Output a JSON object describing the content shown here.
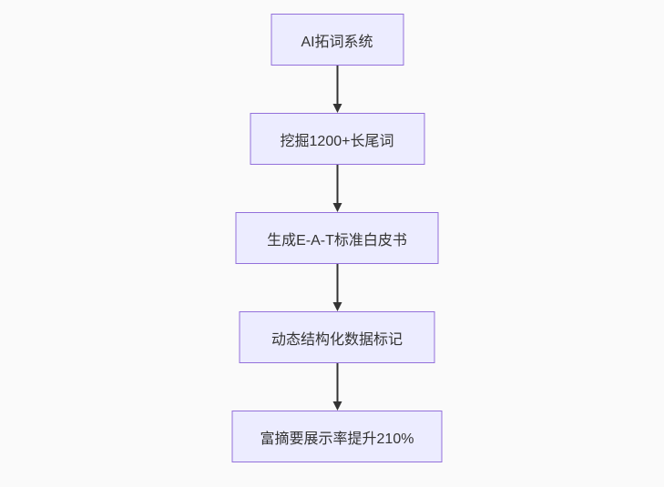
{
  "flowchart": {
    "type": "flowchart",
    "direction": "top-down",
    "nodes": [
      {
        "id": "n1",
        "label": "AI拓词系统"
      },
      {
        "id": "n2",
        "label": "挖掘1200+长尾词"
      },
      {
        "id": "n3",
        "label": "生成E-A-T标准白皮书"
      },
      {
        "id": "n4",
        "label": "动态结构化数据标记"
      },
      {
        "id": "n5",
        "label": "富摘要展示率提升210%"
      }
    ],
    "edges": [
      {
        "from": "n1",
        "to": "n2",
        "label": ""
      },
      {
        "from": "n2",
        "to": "n3",
        "label": ""
      },
      {
        "from": "n3",
        "to": "n4",
        "label": ""
      },
      {
        "from": "n4",
        "to": "n5",
        "label": ""
      }
    ],
    "colors": {
      "node_fill": "#ECECFF",
      "node_border": "#9370DB",
      "node_text": "#333333",
      "arrow": "#333333",
      "background": "#FAFAFA"
    }
  }
}
